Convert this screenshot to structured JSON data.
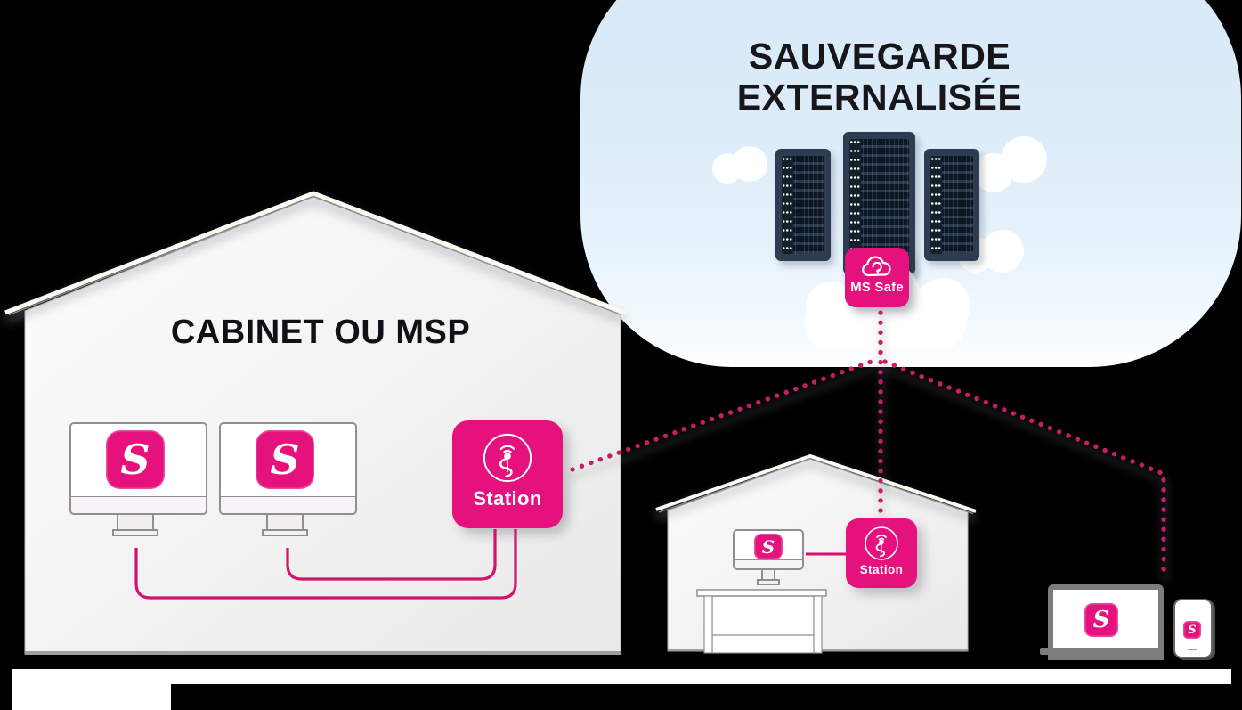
{
  "colors": {
    "background": "#000000",
    "brand_pink": "#e5127e",
    "wire_pink": "#d3126d",
    "dot_pink": "#c81e69",
    "rack_navy": "#2d3c50",
    "cloud_blue": "#dcecf9",
    "house_fill": "#f3f3f3"
  },
  "brand": {
    "logo_letter": "S"
  },
  "backup_cloud": {
    "title_line1": "SAUVEGARDE",
    "title_line2": "EXTERNALISÉE",
    "badge": {
      "label": "MS Safe",
      "icon": "cloud-sync-icon"
    }
  },
  "cabinet_house": {
    "label": "CABINET OU MSP",
    "station": {
      "label": "Station",
      "icon": "wifi-serpent-icon"
    }
  },
  "remote_house": {
    "station": {
      "label": "Station",
      "icon": "wifi-serpent-icon"
    }
  }
}
